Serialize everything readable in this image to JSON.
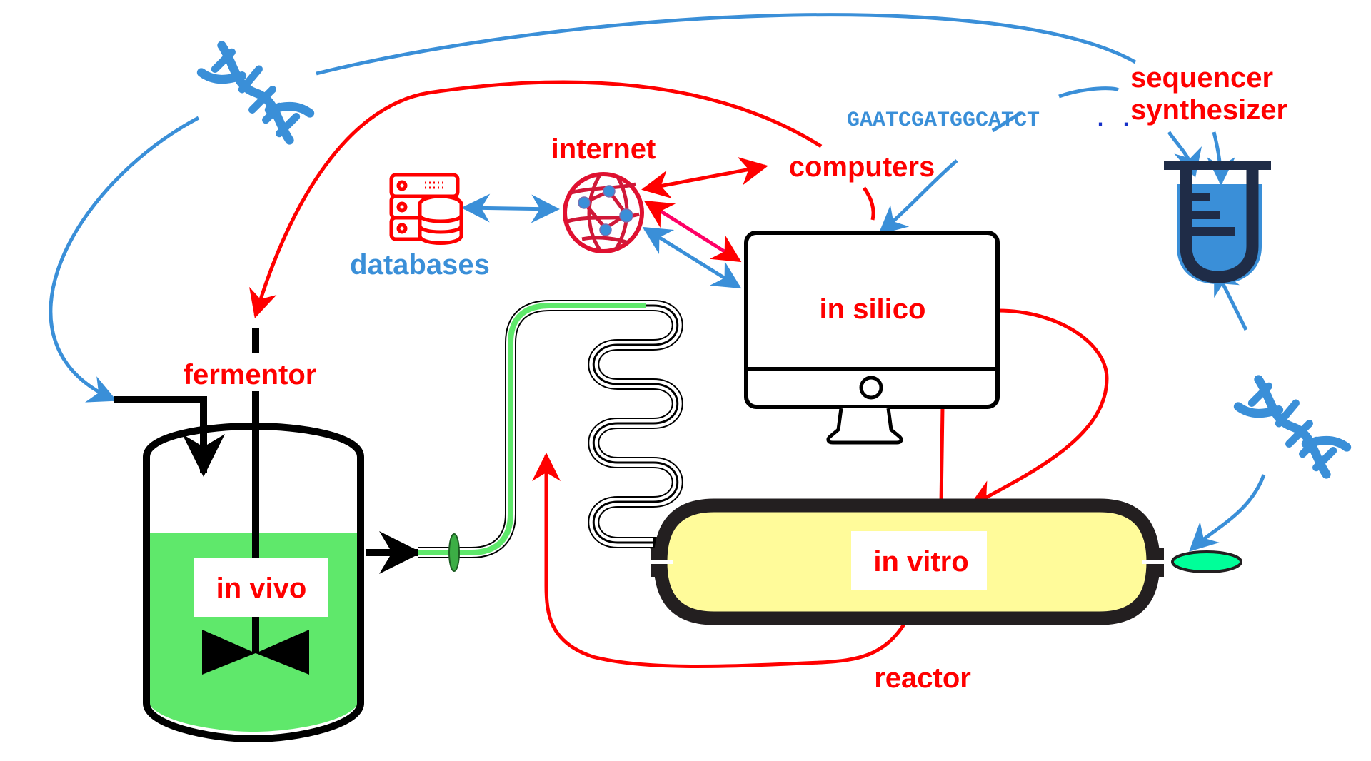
{
  "labels": {
    "internet": "internet",
    "databases": "databases",
    "computers": "computers",
    "in_silico": "in silico",
    "fermentor": "fermentor",
    "in_vivo": "in vivo",
    "in_vitro": "in vitro",
    "reactor": "reactor",
    "sequencer": "sequencer",
    "synthesizer": "synthesizer"
  },
  "sequence": {
    "bases": "GAATCGATGGCATCT",
    "ellipsis": ". ."
  },
  "icons": {
    "dna_top": "dna-helix-icon",
    "dna_right": "dna-helix-icon",
    "database": "database-server-icon",
    "internet": "globe-network-icon",
    "computer": "desktop-monitor-icon",
    "test_tube": "test-tube-icon",
    "fermentor": "fermentor-vessel-icon",
    "reactor": "tubular-reactor-icon",
    "coil": "coiled-tube-icon"
  },
  "colors": {
    "label_red": "#ff0000",
    "label_blue": "#3a8fd8",
    "flow_blue": "#3a8fd8",
    "flow_red": "#ff0000",
    "flow_pink": "#ff0066",
    "medium_green": "#5fe86b",
    "reactor_yellow": "#fffb9a",
    "tube_navy": "#1f2c47",
    "outlet_green": "#00ff99"
  }
}
